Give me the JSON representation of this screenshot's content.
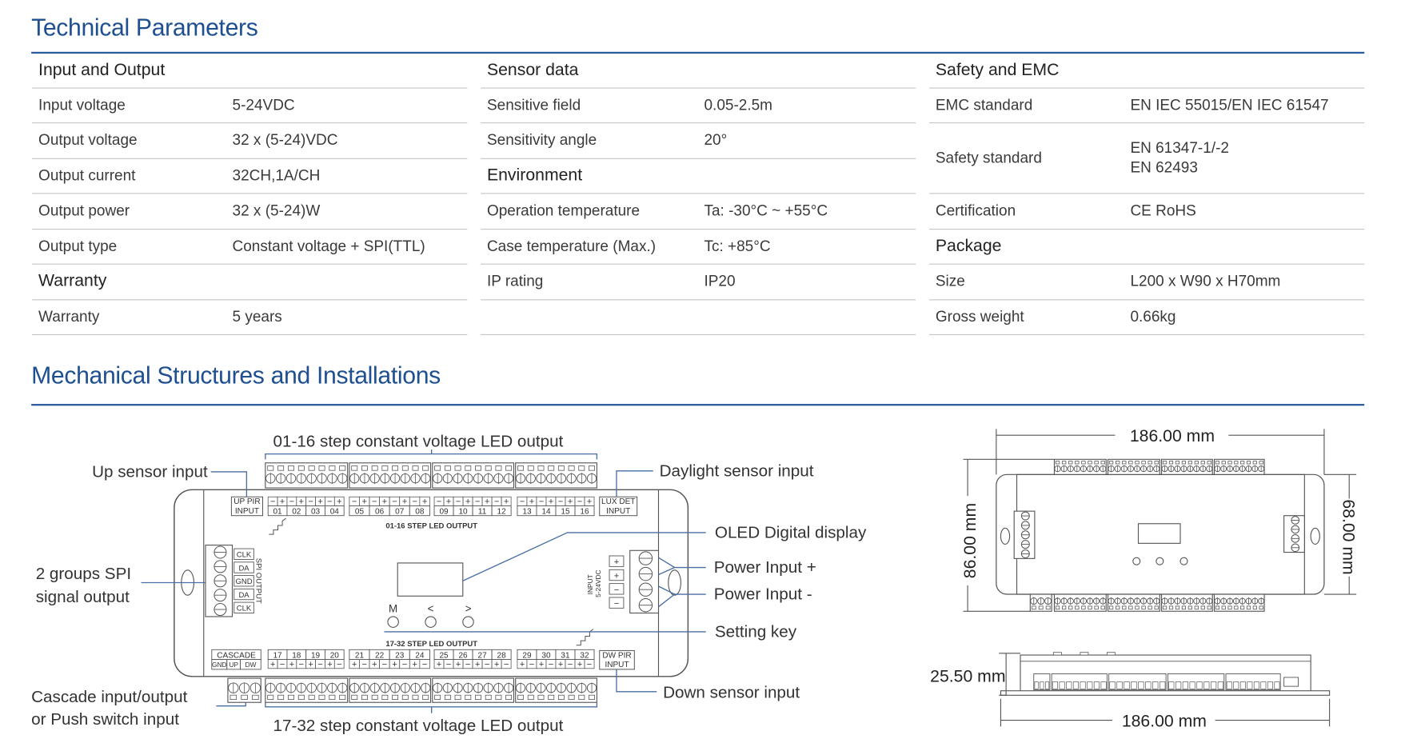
{
  "technical_title": "Technical Parameters",
  "mechanical_title": "Mechanical Structures and Installations",
  "columns": [
    {
      "rows": [
        {
          "type": "head",
          "label": "Input and Output"
        },
        {
          "type": "row",
          "label": "Input voltage",
          "value": "5-24VDC"
        },
        {
          "type": "row",
          "label": "Output voltage",
          "value": "32 x (5-24)VDC"
        },
        {
          "type": "row",
          "label": "Output current",
          "value": "32CH,1A/CH"
        },
        {
          "type": "row",
          "label": "Output power",
          "value": "32 x (5-24)W"
        },
        {
          "type": "row",
          "label": "Output type",
          "value": "Constant voltage + SPI(TTL)"
        },
        {
          "type": "head",
          "label": "Warranty"
        },
        {
          "type": "row",
          "label": "Warranty",
          "value": "5 years"
        }
      ]
    },
    {
      "rows": [
        {
          "type": "head",
          "label": "Sensor data"
        },
        {
          "type": "row",
          "label": "Sensitive field",
          "value": "0.05-2.5m"
        },
        {
          "type": "row",
          "label": "Sensitivity angle",
          "value": "20°"
        },
        {
          "type": "head",
          "label": "Environment"
        },
        {
          "type": "row",
          "label": "Operation temperature",
          "value": "Ta: -30°C ~ +55°C"
        },
        {
          "type": "row",
          "label": "Case temperature (Max.)",
          "value": "Tc: +85°C"
        },
        {
          "type": "row",
          "label": "IP rating",
          "value": "IP20"
        },
        {
          "type": "row",
          "label": "",
          "value": ""
        }
      ]
    },
    {
      "rows": [
        {
          "type": "head",
          "label": "Safety and EMC"
        },
        {
          "type": "row",
          "label": "EMC standard",
          "value": "EN IEC 55015/EN IEC 61547"
        },
        {
          "type": "double",
          "label": "Safety standard",
          "value": "EN 61347-1/-2\nEN 62493"
        },
        {
          "type": "row",
          "label": "Certification",
          "value": "CE RoHS"
        },
        {
          "type": "head",
          "label": "Package"
        },
        {
          "type": "row",
          "label": "Size",
          "value": "L200 x W90 x H70mm"
        },
        {
          "type": "row",
          "label": "Gross weight",
          "value": "0.66kg"
        }
      ]
    }
  ],
  "diagram": {
    "callouts": {
      "top_output": "01-16 step constant voltage LED output",
      "bottom_output": "17-32 step constant voltage LED output",
      "up_sensor": "Up sensor input",
      "daylight_sensor": "Daylight sensor input",
      "oled": "OLED Digital display",
      "power_plus": "Power Input +",
      "power_minus": "Power Input -",
      "setting_key": "Setting key",
      "spi_line1": "2 groups SPI",
      "spi_line2": "signal output",
      "down_sensor": "Down sensor input",
      "cascade_line1": "Cascade input/output",
      "cascade_line2": "or Push switch input"
    },
    "board": {
      "up_pir": [
        "UP PIR",
        "INPUT"
      ],
      "lux_det": [
        "LUX DET",
        "INPUT"
      ],
      "dw_pir": [
        "DW PIR",
        "INPUT"
      ],
      "cascade": "CASCADE",
      "cascade_pins": [
        "GND",
        "UP",
        "DW"
      ],
      "top_output_label": "01-16 STEP LED OUTPUT",
      "bottom_output_label": "17-32 STEP LED OUTPUT",
      "top_channels": [
        "01",
        "02",
        "03",
        "04",
        "05",
        "06",
        "07",
        "08",
        "09",
        "10",
        "11",
        "12",
        "13",
        "14",
        "15",
        "16"
      ],
      "bottom_channels": [
        "17",
        "18",
        "19",
        "20",
        "21",
        "22",
        "23",
        "24",
        "25",
        "26",
        "27",
        "28",
        "29",
        "30",
        "31",
        "32"
      ],
      "top_polarity": [
        "−",
        "+"
      ],
      "bottom_polarity": [
        "+",
        "−"
      ],
      "spi_pins": [
        "CLK",
        "DA",
        "GND",
        "DA",
        "CLK"
      ],
      "spi_output": "SPI OUTPUT",
      "power_pins": [
        "+",
        "+",
        "−",
        "−"
      ],
      "input_label": [
        "INPUT",
        "5-24VDC"
      ],
      "keys": [
        "M",
        "<",
        ">"
      ]
    },
    "dimensions": {
      "top_width": "186.00 mm",
      "depth": "86.00 mm",
      "body_depth": "68.00 mm",
      "height": "25.50 mm",
      "side_width": "186.00 mm"
    },
    "line_color": "#4a6fa5",
    "title_color": "#1d4f91"
  }
}
